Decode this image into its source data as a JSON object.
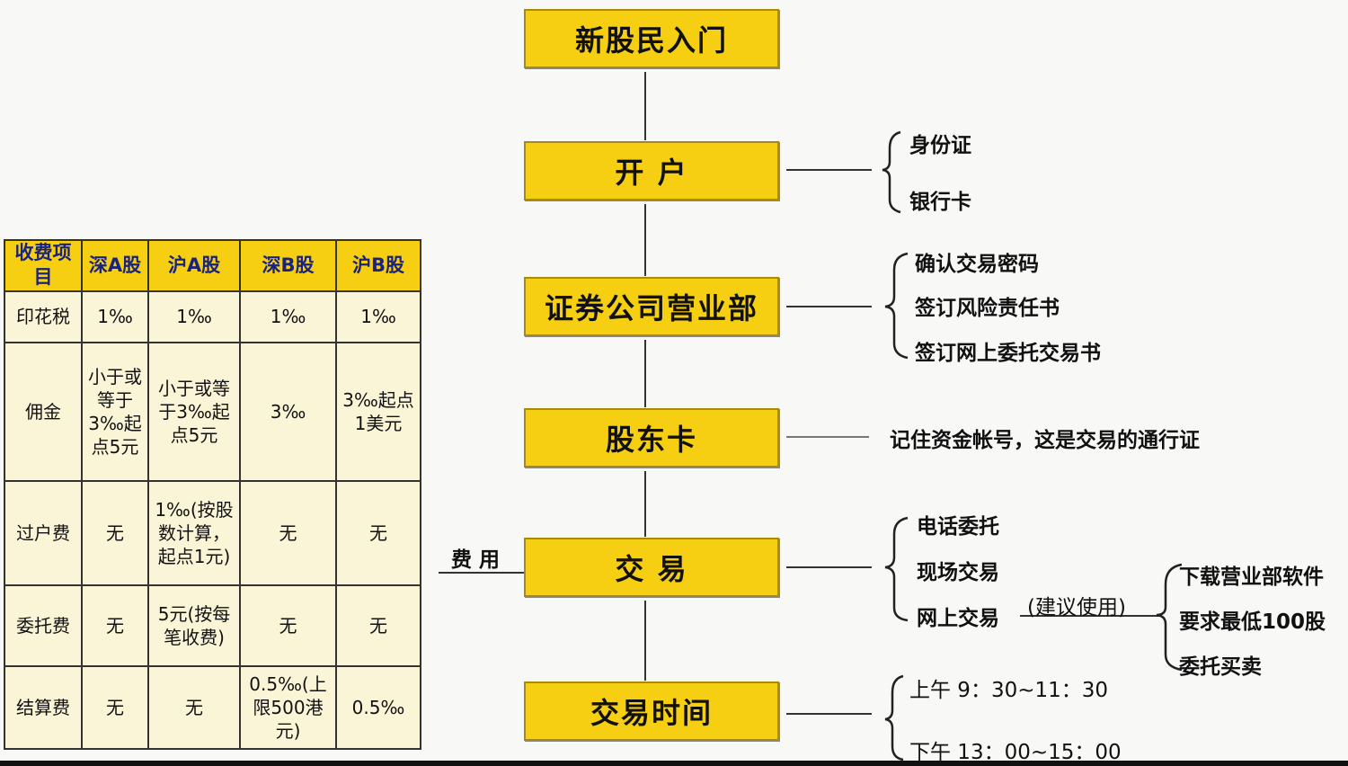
{
  "steps": [
    "新股民入门",
    "开 户",
    "证券公司营业部",
    "股东卡",
    "交 易",
    "交易时间"
  ],
  "open_account": [
    "身份证",
    "银行卡"
  ],
  "broker": [
    "确认交易密码",
    "签订风险责任书",
    "签订网上委托交易书"
  ],
  "shareholder_card": "记住资金帐号，这是交易的通行证",
  "trading": [
    "电话委托",
    "现场交易",
    "网上交易"
  ],
  "online_note": "(建议使用)",
  "online": [
    "下载营业部软件",
    "要求最低100股",
    "委托买卖"
  ],
  "hours": [
    "上午 9：30~11：30",
    "下午 13：00~15：00"
  ],
  "fees_label": "费 用",
  "fee_table": {
    "headers": [
      "收费项目",
      "深A股",
      "沪A股",
      "深B股",
      "沪B股"
    ],
    "rows": [
      [
        "印花税",
        "1‰",
        "1‰",
        "1‰",
        "1‰"
      ],
      [
        "佣金",
        "小于或等于3‰起点5元",
        "小于或等于3‰起点5元",
        "3‰",
        "3‰起点1美元"
      ],
      [
        "过户费",
        "无",
        "1‰(按股数计算，起点1元)",
        "无",
        "无"
      ],
      [
        "委托费",
        "无",
        "5元(按每笔收费)",
        "无",
        "无"
      ],
      [
        "结算费",
        "无",
        "无",
        "0.5‰(上限500港元)",
        "0.5‰"
      ]
    ]
  }
}
